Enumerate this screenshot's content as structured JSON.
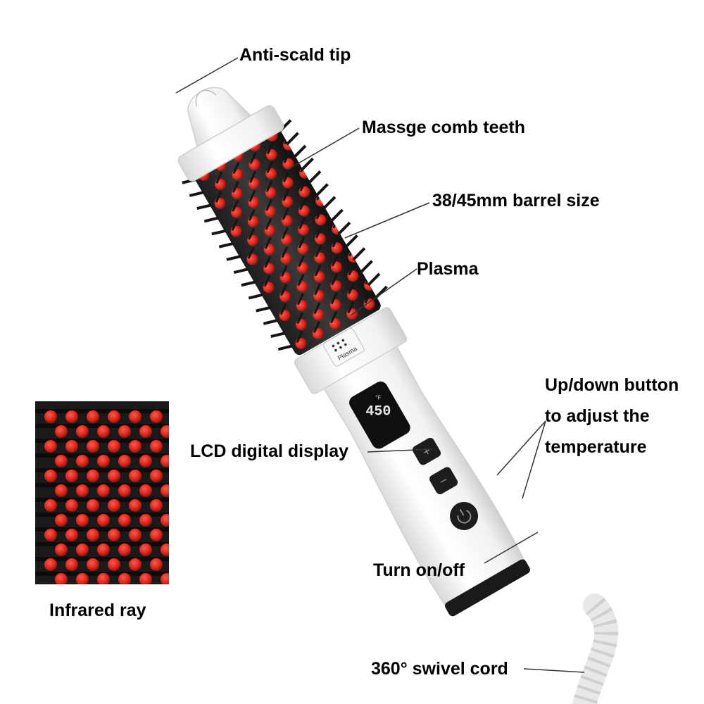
{
  "labels": {
    "tip": "Anti-scald tip",
    "comb": "Massge comb teeth",
    "barrel": "38/45mm barrel size",
    "plasma": "Plasma",
    "updown_1": "Up/down button",
    "updown_2": "to adjust the",
    "updown_3": "temperature",
    "lcd": "LCD digital display",
    "power": "Turn on/off",
    "cord": "360° swivel cord",
    "infrared": "Infrared ray"
  },
  "device": {
    "plasma_badge": "Plasma",
    "lcd_value": "450",
    "lcd_unit": "°F",
    "plus_symbol": "+",
    "minus_symbol": "−"
  },
  "colors": {
    "bristle_red": "#e0241a",
    "bristle_black": "#151515",
    "body_white": "#f4f4f4"
  }
}
